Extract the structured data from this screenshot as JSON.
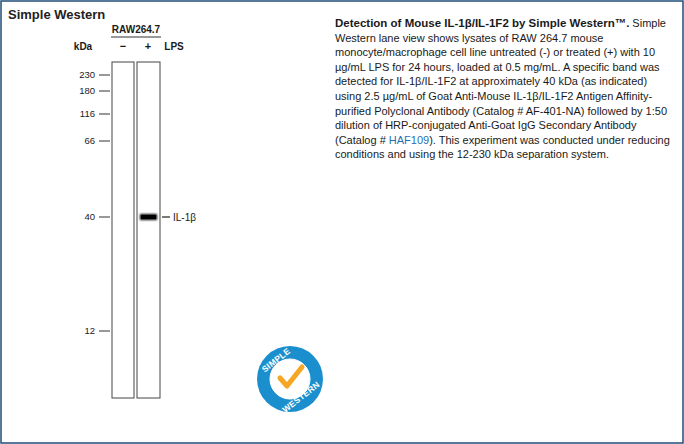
{
  "diagram": {
    "title": "Simple Western",
    "nodes": [
      {
        "text": [
          "SIMPLE",
          "WESTERN"
        ]
      }
    ],
    "labels": [
      "RAW264.7",
      "kDa",
      "−",
      "+",
      "LPS",
      "230",
      "180",
      "116",
      "66",
      "40",
      "12",
      "IL-1β",
      "Detection of Mouse IL-1β/IL-1F2 by Simple Western™.",
      "Simple Western lane view shows lysates of RAW 264.7 mouse monocyte/macrophage cell line untreated (-) or treated (+) with 10 µg/mL LPS for 24 hours, loaded at 0.5 mg/mL. A specific band was detected for IL-1β/IL-1F2 at approximately 40 kDa (as indicated) using 2.5 µg/mL of Goat Anti-Mouse IL-1β/IL-1F2 Antigen Affinity-purified Polyclonal Antibody (Catalog # AF-401-NA) followed by 1:50 dilution of HRP-conjugated Anti-Goat IgG Secondary Antibody (Catalog #",
      "HAF109",
      "). This experiment was conducted under reducing conditions and using the 12-230 kDa separation system."
    ]
  }
}
